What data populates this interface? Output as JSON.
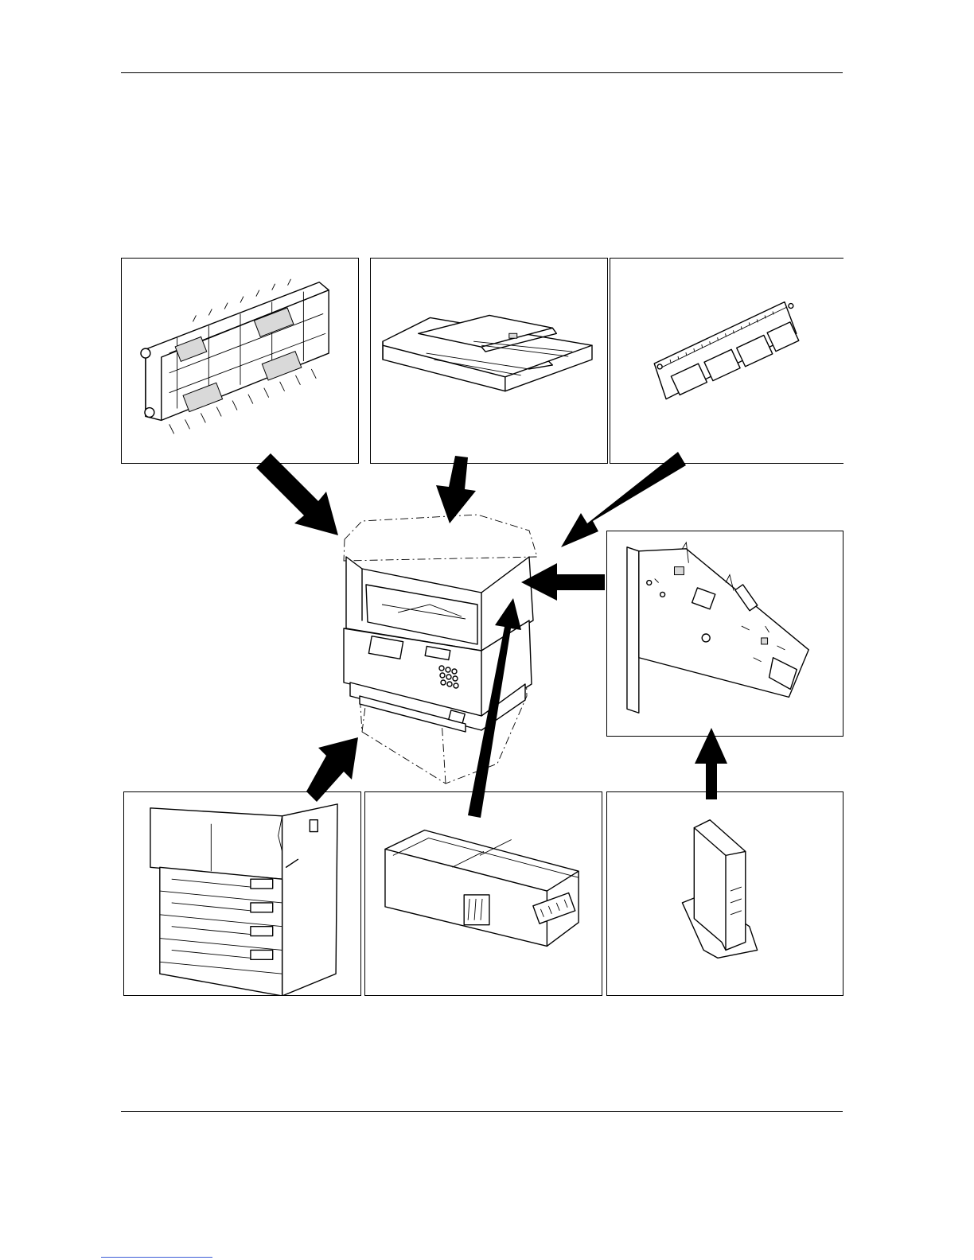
{
  "page": {
    "background": "#ffffff",
    "line_color": "#000000",
    "link_underline_color": "#3b5bd6"
  },
  "figure": {
    "panels": [
      {
        "id": "document-finisher",
        "icon": "paper-feed-unit-icon"
      },
      {
        "id": "document-processor",
        "icon": "document-processor-icon"
      },
      {
        "id": "memory-module",
        "icon": "memory-module-icon"
      },
      {
        "id": "network-interface-card",
        "icon": "circuit-board-icon"
      },
      {
        "id": "paper-feeder",
        "icon": "paper-feeder-drawers-icon"
      },
      {
        "id": "fax-kit",
        "icon": "fax-kit-box-icon"
      },
      {
        "id": "wireless-router",
        "icon": "router-icon"
      }
    ],
    "center": {
      "icon": "copier-machine-icon"
    }
  }
}
